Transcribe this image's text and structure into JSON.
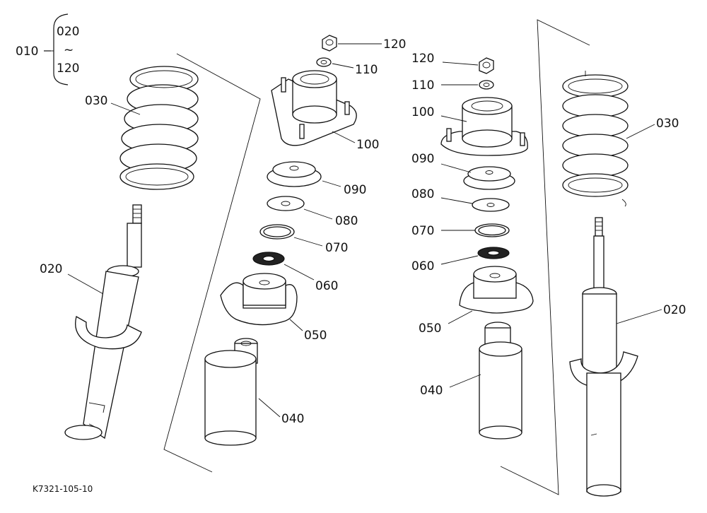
{
  "drawing_code": "K7321-105-10",
  "assembly": {
    "label": "010",
    "range_from": "020",
    "range_sep": "~",
    "range_to": "120"
  },
  "left_labels": {
    "p030": "030",
    "p020": "020",
    "p120": "120",
    "p110": "110",
    "p100": "100",
    "p090": "090",
    "p080": "080",
    "p070": "070",
    "p060": "060",
    "p050": "050",
    "p040": "040"
  },
  "right_labels": {
    "p120": "120",
    "p110": "110",
    "p100": "100",
    "p090": "090",
    "p080": "080",
    "p070": "070",
    "p060": "060",
    "p050": "050",
    "p040": "040",
    "p030": "030",
    "p020": "020"
  }
}
